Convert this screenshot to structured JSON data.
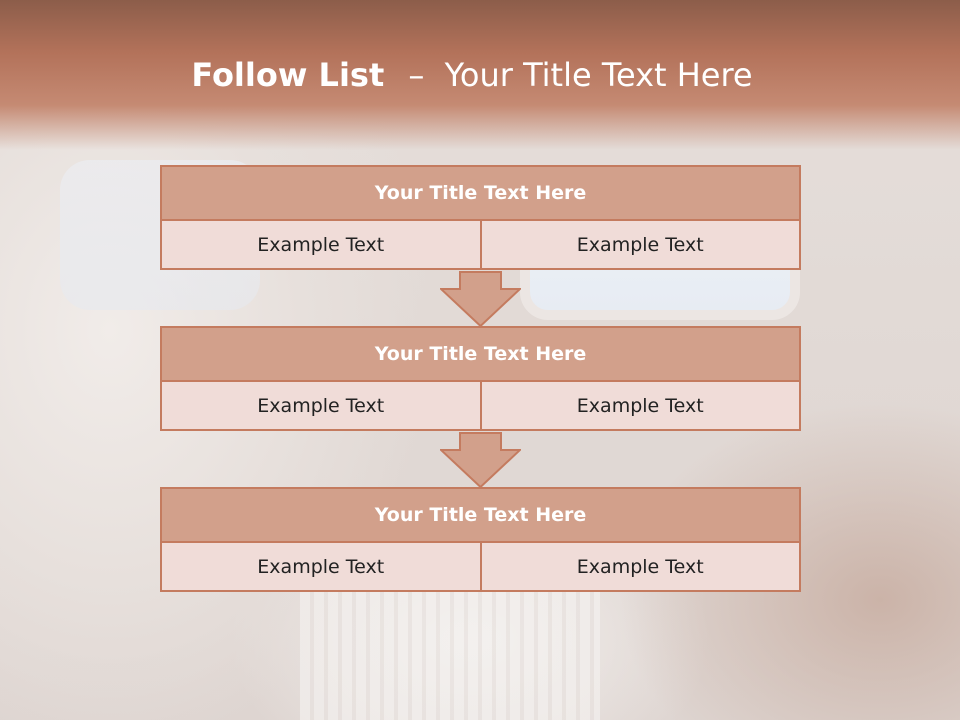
{
  "slide": {
    "title_bold": "Follow List",
    "title_dash": "–",
    "title_rest": "Your Title Text Here"
  },
  "blocks": [
    {
      "title": "Your Title Text Here",
      "left": "Example Text",
      "right": "Example Text"
    },
    {
      "title": "Your Title Text Here",
      "left": "Example Text",
      "right": "Example Text"
    },
    {
      "title": "Your Title Text Here",
      "left": "Example Text",
      "right": "Example Text"
    }
  ],
  "colors": {
    "banner": "#b3725a",
    "header_fill": "#d2a08b",
    "border": "#c47b5f",
    "cell_fill": "#f0dcd8"
  },
  "icons": [
    "down-arrow-icon",
    "down-arrow-icon"
  ]
}
